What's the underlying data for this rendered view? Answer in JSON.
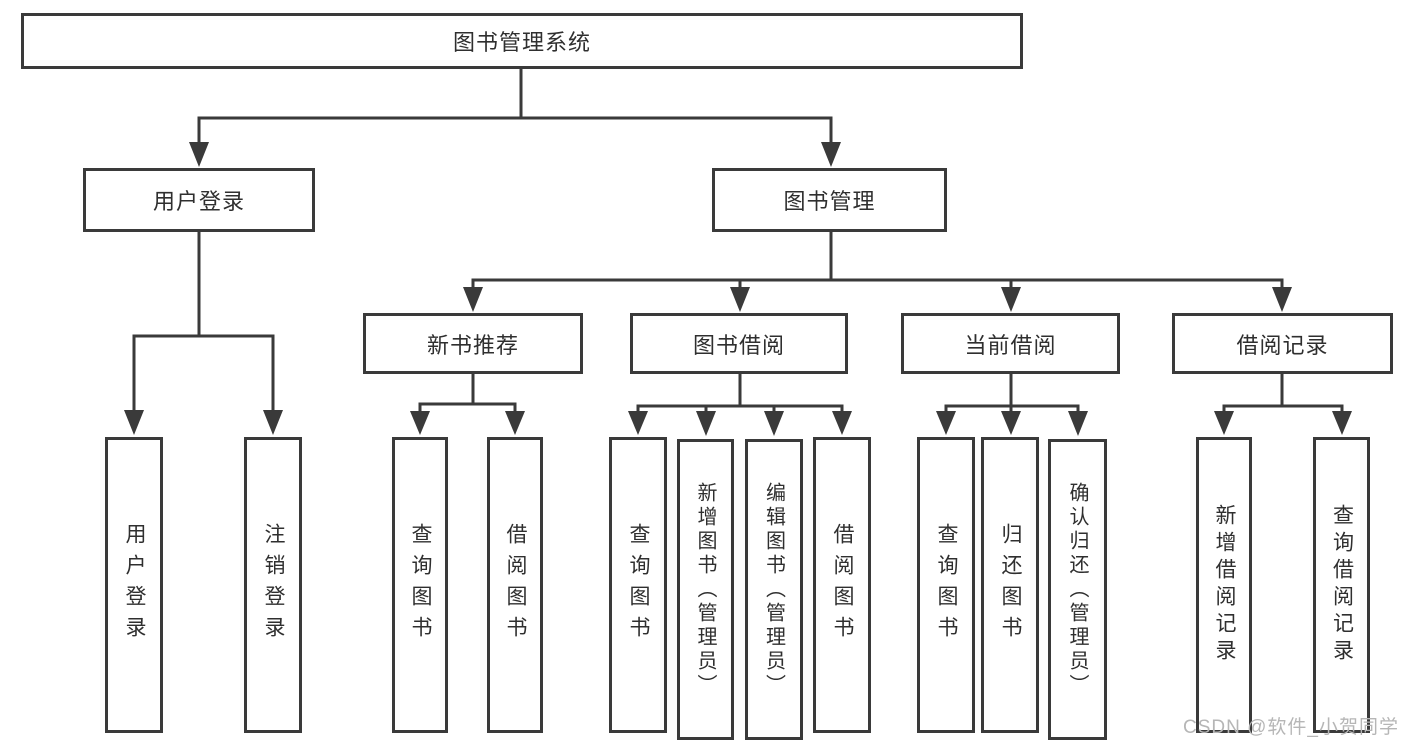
{
  "diagram": {
    "title": "图书管理系统",
    "nodes": {
      "root": {
        "label": "图书管理系统"
      },
      "user_login": {
        "label": "用户登录"
      },
      "book_mgmt": {
        "label": "图书管理"
      },
      "new_book_rec": {
        "label": "新书推荐"
      },
      "book_borrow": {
        "label": "图书借阅"
      },
      "current_borrow": {
        "label": "当前借阅"
      },
      "borrow_records": {
        "label": "借阅记录"
      },
      "ul_login": {
        "label": "用户登录"
      },
      "ul_logout": {
        "label": "注销登录"
      },
      "nb_query": {
        "label": "查询图书"
      },
      "nb_borrow": {
        "label": "借阅图书"
      },
      "bb_query": {
        "label": "查询图书"
      },
      "bb_add": {
        "label": "新增图书（管理员）"
      },
      "bb_edit": {
        "label": "编辑图书（管理员）"
      },
      "bb_borrow": {
        "label": "借阅图书"
      },
      "cb_query": {
        "label": "查询图书"
      },
      "cb_return": {
        "label": "归还图书"
      },
      "cb_confirm": {
        "label": "确认归还（管理员）"
      },
      "br_add": {
        "label": "新增借阅记录"
      },
      "br_query": {
        "label": "查询借阅记录"
      }
    },
    "edges": [
      [
        "root",
        "user_login"
      ],
      [
        "root",
        "book_mgmt"
      ],
      [
        "user_login",
        "ul_login"
      ],
      [
        "user_login",
        "ul_logout"
      ],
      [
        "book_mgmt",
        "new_book_rec"
      ],
      [
        "book_mgmt",
        "book_borrow"
      ],
      [
        "book_mgmt",
        "current_borrow"
      ],
      [
        "book_mgmt",
        "borrow_records"
      ],
      [
        "new_book_rec",
        "nb_query"
      ],
      [
        "new_book_rec",
        "nb_borrow"
      ],
      [
        "book_borrow",
        "bb_query"
      ],
      [
        "book_borrow",
        "bb_add"
      ],
      [
        "book_borrow",
        "bb_edit"
      ],
      [
        "book_borrow",
        "bb_borrow"
      ],
      [
        "current_borrow",
        "cb_query"
      ],
      [
        "current_borrow",
        "cb_return"
      ],
      [
        "current_borrow",
        "cb_confirm"
      ],
      [
        "borrow_records",
        "br_add"
      ],
      [
        "borrow_records",
        "br_query"
      ]
    ],
    "watermark": "CSDN @软件_小贺同学",
    "colors": {
      "line": "#3a3a3a",
      "text": "#2f2f2f",
      "watermark": "#b6b6b6",
      "background": "#ffffff"
    }
  }
}
